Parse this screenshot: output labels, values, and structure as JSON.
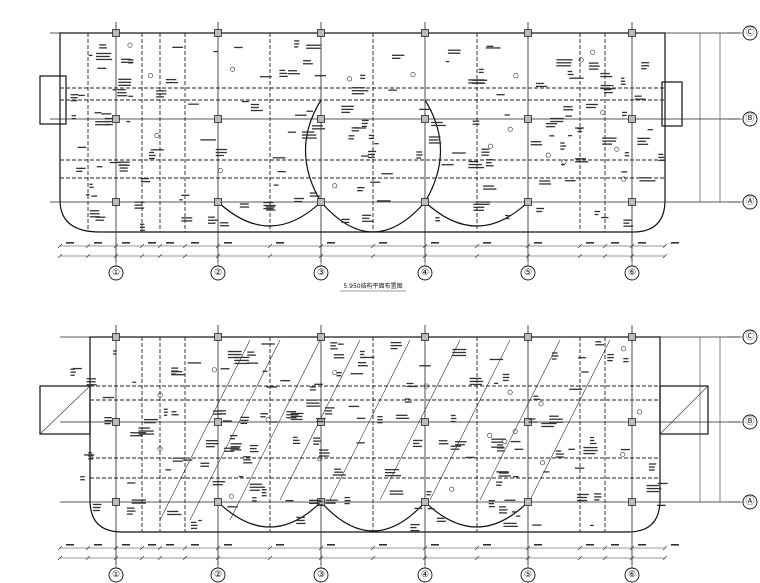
{
  "drawings": [
    {
      "id": "upper",
      "title": "5.950结构平面布置图",
      "columns": [
        "①",
        "②",
        "③",
        "④",
        "⑤",
        "⑥"
      ],
      "rows": [
        "Ⓒ",
        "Ⓑ",
        "Ⓐ"
      ]
    },
    {
      "id": "lower",
      "title": "",
      "columns": [
        "①",
        "②",
        "③",
        "④",
        "⑤",
        "⑥"
      ],
      "rows": [
        "Ⓒ",
        "Ⓑ",
        "Ⓐ"
      ]
    }
  ]
}
